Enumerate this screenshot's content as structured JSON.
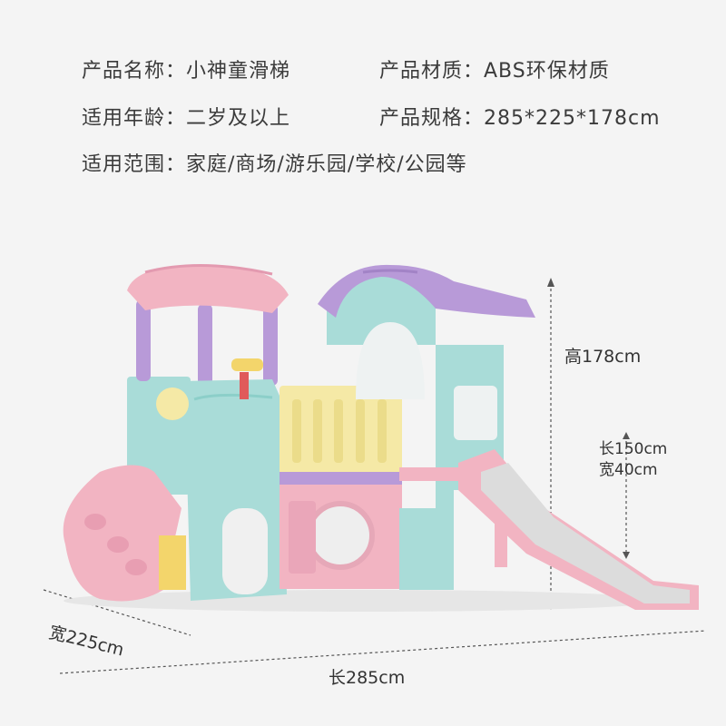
{
  "specs": {
    "name": "产品名称：小神童滑梯",
    "material": "产品材质：ABS环保材质",
    "age": "适用年龄：二岁及以上",
    "size": "产品规格：285*225*178cm",
    "scope": "适用范围：家庭/商场/游乐园/学校/公园等"
  },
  "dimensions": {
    "height": "高178cm",
    "slide_length": "长150cm",
    "slide_width": "宽40cm",
    "depth": "宽225cm",
    "length": "长285cm"
  },
  "colors": {
    "pink": "#f2b4c2",
    "purple": "#b89ad8",
    "teal": "#a9dcd8",
    "yellow": "#f5e9a6"
  }
}
